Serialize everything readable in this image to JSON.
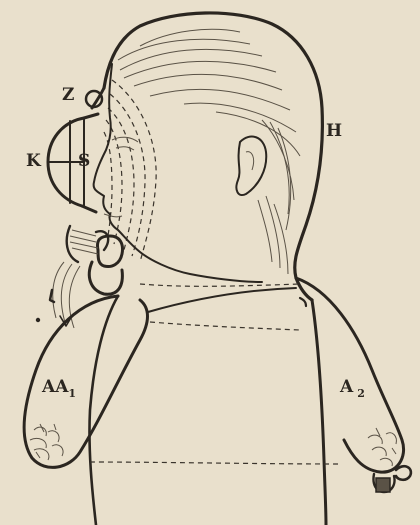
{
  "labels": {
    "z": "Z",
    "k": "K",
    "s": "S",
    "h": "H",
    "aa_main": "AA",
    "aa_sub": "1",
    "a_main": "A",
    "a_sub": "2"
  },
  "colors": {
    "paper": "#e9e0cc",
    "ink": "#2b2620"
  }
}
